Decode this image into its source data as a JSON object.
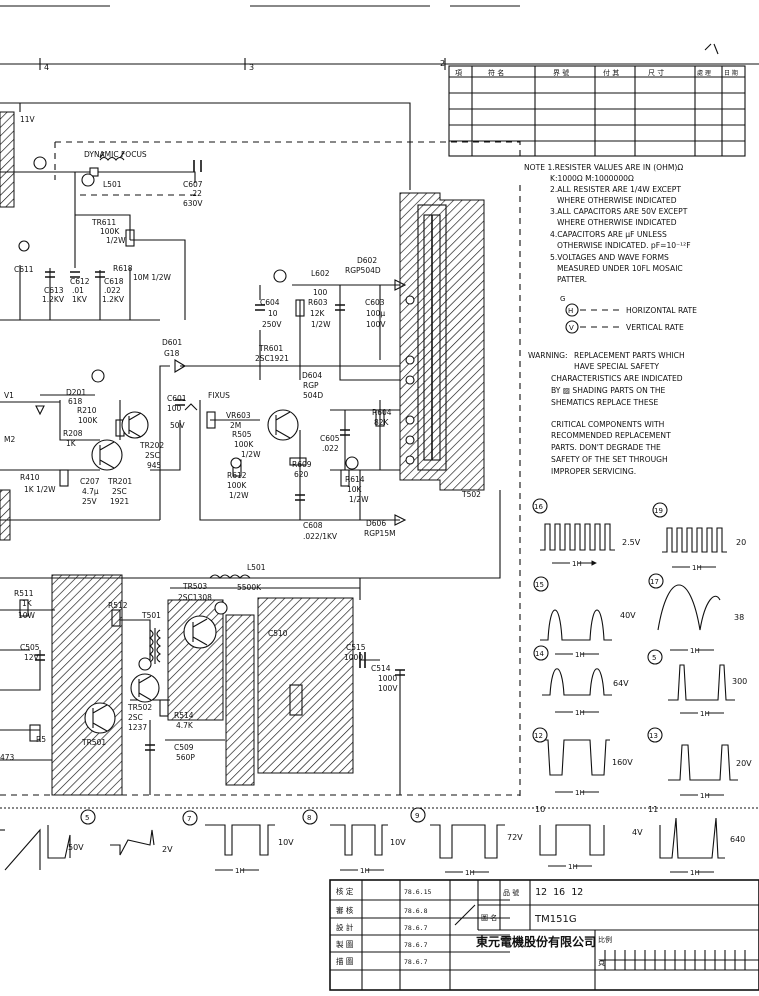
{
  "sheet": {
    "zone_numbers": [
      "4",
      "3",
      "2"
    ]
  },
  "revision_table": {
    "headers": [
      "項",
      "符 名",
      "界 號",
      "付 其",
      "尺 寸",
      "處 理",
      "日 期"
    ]
  },
  "notes": {
    "lines": [
      "NOTE 1.RESISTER VALUES ARE IN (OHM)Ω",
      "K:1000Ω M:1000000Ω",
      "2.ALL RESISTER ARE 1/4W EXCEPT",
      "WHERE OTHERWISE INDICATED",
      "3.ALL CAPACITORS ARE 50V EXCEPT",
      "WHERE OTHERWISE INDICATED",
      "4.CAPACITORS ARE μF UNLESS",
      "OTHERWISE INDICATED. pF=10⁻¹²F",
      "5.VOLTAGES AND WAVE FORMS",
      "MEASURED UNDER 10FL MOSAIC",
      "PATTER."
    ],
    "legend_h": "HORIZONTAL RATE",
    "legend_v": "VERTICAL RATE",
    "warning_label": "WARNING:",
    "warning_lines": [
      "REPLACEMENT PARTS WHICH",
      "HAVE SPECIAL SAFETY",
      "CHARACTERISTICS ARE INDICATED",
      "BY ▨ SHADING PARTS ON THE",
      "SHEMATICS REPLACE THESE",
      "CRITICAL COMPONENTS WITH",
      "RECOMMENDED REPLACEMENT",
      "PARTS. DON'T DEGRADE THE",
      "SAFETY OF THE SET THROUGH",
      "IMPROPER SERVICING."
    ]
  },
  "labels": {
    "dynamic_focus": "DYNAMIC FOCUS",
    "l501_top": "L501",
    "c607": "C607",
    "c607_val": ".22",
    "c607_v": "630V",
    "tr611": "TR611",
    "tr611_val": "100K",
    "tr611_w": "1/2W",
    "r618": "R618",
    "r618_val": "10M 1/2W",
    "c618": "C618",
    "c618_val": ".022",
    "c618_v": "1.2KV",
    "c611": "C611",
    "c612": "C612",
    "c612_val": ".01",
    "c612_v": "1KV",
    "c613": "C613",
    "c613_v": "1.2KV",
    "d602": "D602",
    "d602_val": "RGP504D",
    "l602": "L602",
    "l602_val": "100",
    "c604": "C604",
    "c604_val": "10",
    "c604_v": "250V",
    "r603": "R603",
    "r603_val": "12K",
    "r603_w": "1/2W",
    "c603": "C603",
    "c603_val": "100μ",
    "c603_v": "100V",
    "d601": "D601",
    "d601_val": "G18",
    "tr601": "TR601",
    "tr601_val": "2SC1921",
    "d604": "D604",
    "d604_val": "RGP",
    "d604_val2": "504D",
    "fixus": "FIXUS",
    "vr603": "VR603",
    "vr603_val": "2M",
    "r505": "R505",
    "r505_val": "100K",
    "r505_w": "1/2W",
    "r612": "R612",
    "r612_val": "100K",
    "r612_w": "1/2W",
    "r609": "R609",
    "r609_val": "620",
    "c605": "C605",
    "c605_val": ".022",
    "r614": "R614",
    "r614_val": "10K",
    "r614_w": "1/2W",
    "r604": "R604",
    "r604_val": "82K",
    "c608": "C608",
    "c608_val": ".022/1KV",
    "d606": "D606",
    "d606_val": "RGP15M",
    "t502": "T502",
    "d201": "D201",
    "d201_val": "618",
    "r210": "R210",
    "r210_val": "100K",
    "r208": "R208",
    "r208_val": "1K",
    "tr202": "TR202",
    "tr202_val": "2SC",
    "tr202_val2": "945",
    "c601": "C601",
    "c601_val": "100",
    "c601_v": "50V",
    "r410": "R410",
    "r410_val": "1K 1/2W",
    "c207": "C207",
    "c207_val": "4.7μ",
    "c207_v": "25V",
    "tr201": "TR201",
    "tr201_val": "2SC",
    "tr201_val2": "1921",
    "l501": "L501",
    "l501_val": "5500K",
    "tr503": "TR503",
    "tr503_val": "2SC1308",
    "t501": "T501",
    "r511": "R511",
    "r511_val": "1K",
    "r511_w": "10W",
    "c505": "C505",
    "c505_val": "12V",
    "r512": "R512",
    "tr502": "TR502",
    "tr502_val": "2SC",
    "tr502_val2": "1237",
    "r514": "R514",
    "r514_val": "4.7K",
    "c509": "C509",
    "c509_val": "560P",
    "c510": "C510",
    "c515": "C515",
    "c515_val": "1000",
    "c514": "C514",
    "c514_val": "1000",
    "c514_v": "100V",
    "r473": "473",
    "r5": "R5",
    "tr501": "TR501",
    "v1": "V1",
    "m2": "M2",
    "supply_11v": "11V"
  },
  "waveforms": {
    "w16": {
      "num": "16",
      "amp": "2.5V",
      "per": "1H"
    },
    "w19": {
      "num": "19",
      "amp": "20",
      "per": "1H"
    },
    "w15": {
      "num": "15",
      "amp": "40V",
      "per": "1H"
    },
    "w17": {
      "num": "17",
      "amp": "38",
      "per": "1H"
    },
    "w14": {
      "num": "14",
      "amp": "64V",
      "per": "1H"
    },
    "w5b": {
      "num": "5",
      "amp": "300",
      "per": "1H"
    },
    "w12": {
      "num": "12",
      "amp": "160V",
      "per": "1H"
    },
    "w13": {
      "num": "13",
      "amp": "20V",
      "per": "1H"
    },
    "w5": {
      "num": "5",
      "amp": "50V"
    },
    "w7": {
      "num": "7",
      "amp": "2V"
    },
    "w8": {
      "num": "8",
      "amp": "10V",
      "per": "1H"
    },
    "w9": {
      "num": "9",
      "amp": "10V",
      "per": "1H"
    },
    "w9b": {
      "num": "9",
      "amp": "72V",
      "per": "1H"
    },
    "w10": {
      "num": "10",
      "amp": "4V",
      "per": "1H"
    },
    "w11": {
      "num": "11",
      "amp": "640",
      "per": "1H"
    }
  },
  "title_block": {
    "row_labels": [
      "核 定",
      "審 核",
      "設 計",
      "製 圖",
      "描 圖"
    ],
    "dates": [
      "78.6.15",
      "78.6.8",
      "78.6.7",
      "78.6.7",
      "78.6.7"
    ],
    "drawing_name_label": "圖 名",
    "part_no_label": "品 號",
    "part_no": "12 16 12",
    "model": "TM151G",
    "company": "東元電機股份有限公司",
    "scale_label": "比例",
    "sheet_label": "頁"
  }
}
